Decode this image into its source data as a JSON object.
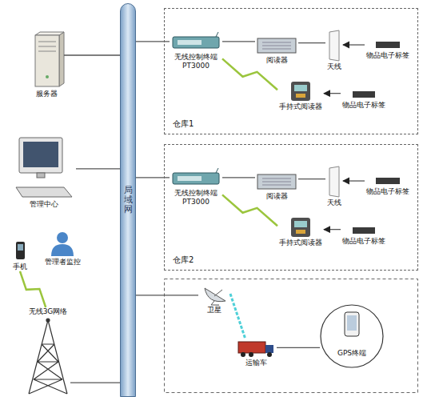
{
  "diagram": {
    "nodes": [
      {
        "text": [
          "服务器"
        ]
      },
      {
        "text": [
          "局域网"
        ]
      },
      {
        "text": [
          "仓库1"
        ]
      },
      {
        "text": [
          "无线控制终端 PT3000"
        ],
        "in": 2
      },
      {
        "text": [
          "阅读器"
        ],
        "in": 2
      },
      {
        "text": [
          "天线"
        ],
        "in": 2
      },
      {
        "text": [
          "物品电子标签"
        ],
        "in": 2
      },
      {
        "text": [
          "手持式阅读器"
        ],
        "in": 2
      },
      {
        "text": [
          "物品电子标签"
        ],
        "in": 2
      },
      {
        "text": [
          "管理中心"
        ]
      },
      {
        "text": [
          "仓库2"
        ]
      },
      {
        "text": [
          "无线控制终端 PT3000"
        ],
        "in": 10
      },
      {
        "text": [
          "阅读器"
        ],
        "in": 10
      },
      {
        "text": [
          "天线"
        ],
        "in": 10
      },
      {
        "text": [
          "物品电子标签"
        ],
        "in": 10
      },
      {
        "text": [
          "手持式阅读器"
        ],
        "in": 10
      },
      {
        "text": [
          "物品电子标签"
        ],
        "in": 10
      },
      {
        "text": [
          "管理者监控"
        ]
      },
      {
        "text": [
          "手机"
        ]
      },
      {
        "text": [
          "无线3G网络"
        ]
      },
      {
        "text": [
          "卫星"
        ]
      },
      {
        "text": [
          "运输车"
        ]
      },
      {
        "text": [
          "GPS终端"
        ]
      }
    ],
    "edges": [
      {
        "from": 0,
        "to": 1,
        "arrow": "none"
      },
      {
        "from": 1,
        "to": 3,
        "arrow": "none"
      },
      {
        "from": 3,
        "to": 4,
        "arrow": "none"
      },
      {
        "from": 4,
        "to": 5,
        "arrow": "none"
      },
      {
        "from": 6,
        "to": 5,
        "arrow": "to"
      },
      {
        "from": 7,
        "to": 3,
        "arrow": "none"
      },
      {
        "from": 8,
        "to": 7,
        "arrow": "to"
      },
      {
        "from": 9,
        "to": 1,
        "arrow": "none"
      },
      {
        "from": 1,
        "to": 11,
        "arrow": "none"
      },
      {
        "from": 11,
        "to": 12,
        "arrow": "none"
      },
      {
        "from": 12,
        "to": 13,
        "arrow": "none"
      },
      {
        "from": 14,
        "to": 13,
        "arrow": "to"
      },
      {
        "from": 15,
        "to": 11,
        "arrow": "none"
      },
      {
        "from": 16,
        "to": 15,
        "arrow": "to"
      },
      {
        "from": 18,
        "to": 19,
        "arrow": "none"
      },
      {
        "from": 19,
        "to": 1,
        "arrow": "none"
      },
      {
        "from": 1,
        "to": 20,
        "arrow": "none"
      },
      {
        "from": 20,
        "to": 21,
        "arrow": "none"
      },
      {
        "from": 21,
        "to": 22,
        "arrow": "none"
      }
    ]
  }
}
